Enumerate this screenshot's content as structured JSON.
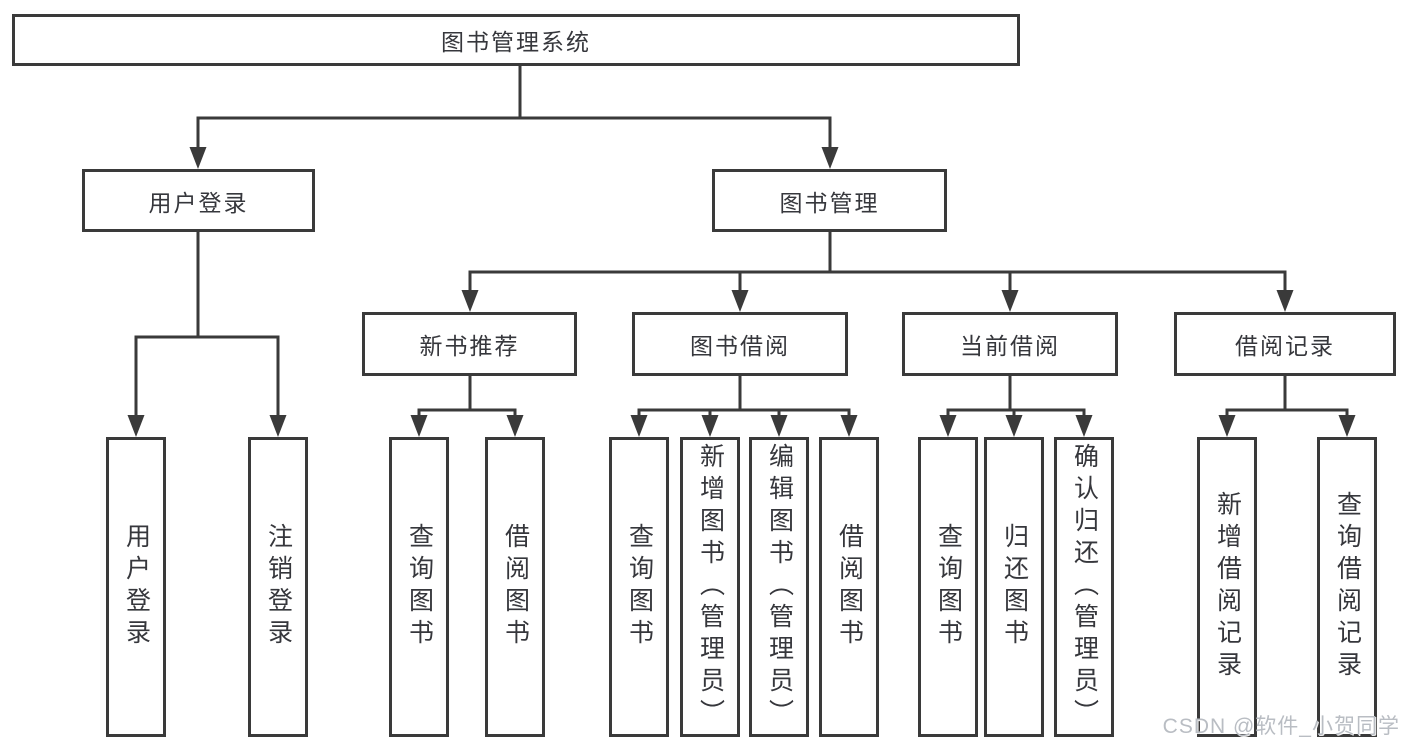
{
  "tree": {
    "root": {
      "label": "图书管理系统"
    },
    "branches": [
      {
        "label": "用户登录",
        "children": [
          "用户登录",
          "注销登录"
        ]
      },
      {
        "label": "图书管理",
        "modules": [
          {
            "label": "新书推荐",
            "children": [
              "查询图书",
              "借阅图书"
            ]
          },
          {
            "label": "图书借阅",
            "children": [
              "查询图书",
              "新增图书（管理员）",
              "编辑图书（管理员）",
              "借阅图书"
            ]
          },
          {
            "label": "当前借阅",
            "children": [
              "查询图书",
              "归还图书",
              "确认归还（管理员）"
            ]
          },
          {
            "label": "借阅记录",
            "children": [
              "新增借阅记录",
              "查询借阅记录"
            ]
          }
        ]
      }
    ]
  },
  "watermark": {
    "text": "CSDN @软件_小贺同学",
    "color": "#b9bdc3"
  },
  "colors": {
    "line": "#3a3a3a",
    "text": "#36373c",
    "box_background": "#ffffff",
    "page_background": "#ffffff"
  }
}
